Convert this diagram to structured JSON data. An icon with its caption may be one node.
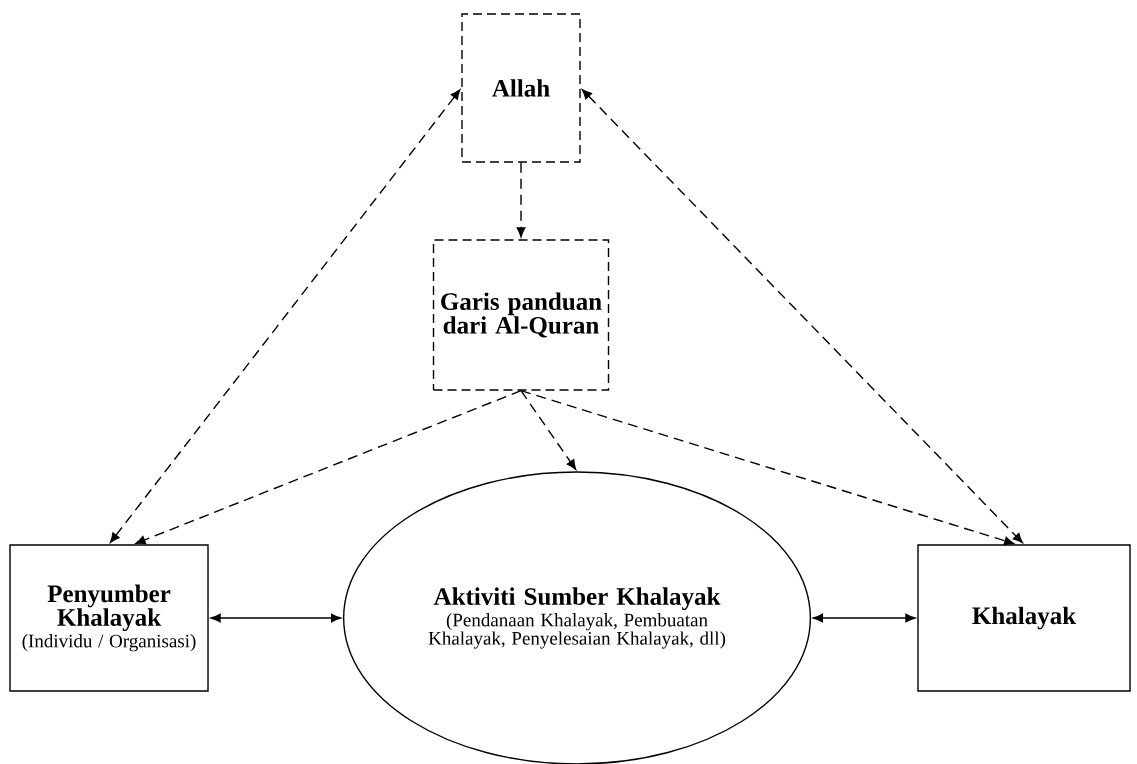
{
  "diagram": {
    "nodes": [
      {
        "text": [
          "Allah"
        ]
      },
      {
        "text": [
          "Garis panduan dari Al-Quran"
        ]
      },
      {
        "text": [
          "Penyumber Khalayak",
          "(Individu / Organisasi)"
        ]
      },
      {
        "text": [
          "Aktiviti Sumber Khalayak",
          "(Pendanaan Khalayak, Pembuatan Khalayak, Penyelesaian Khalayak, dll)"
        ]
      },
      {
        "text": [
          "Khalayak"
        ]
      }
    ],
    "edges": [
      {
        "from": 0,
        "to": 2,
        "arrow": "both",
        "style": "dashed"
      },
      {
        "from": 0,
        "to": 4,
        "arrow": "both",
        "style": "dashed"
      },
      {
        "from": 0,
        "to": 1,
        "arrow": "to",
        "style": "dashed"
      },
      {
        "from": 1,
        "to": 3,
        "arrow": "to",
        "style": "dashed"
      },
      {
        "from": 1,
        "to": 2,
        "arrow": "to",
        "style": "dashed"
      },
      {
        "from": 1,
        "to": 4,
        "arrow": "to",
        "style": "dashed"
      },
      {
        "from": 2,
        "to": 3,
        "arrow": "both"
      },
      {
        "from": 3,
        "to": 4,
        "arrow": "both"
      }
    ]
  }
}
